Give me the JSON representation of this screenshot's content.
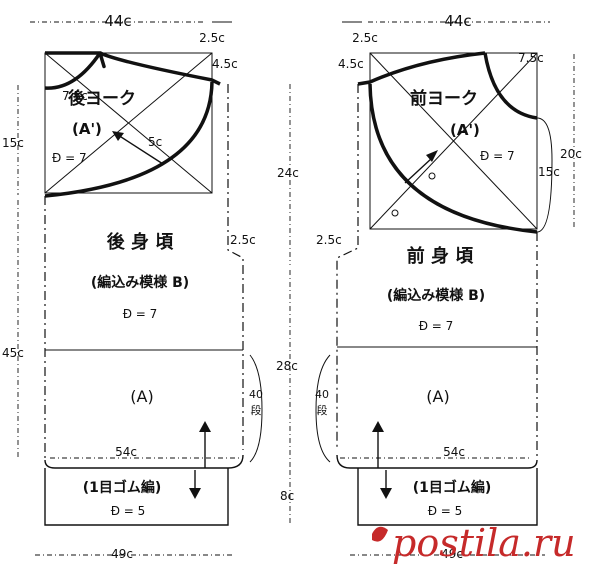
{
  "back": {
    "dim_top_width": "44c",
    "dim_top_offset": "2.5c",
    "neck_width": "7.5c",
    "shoulder_drop": "4.5c",
    "yoke_title": "後ヨーク",
    "yoke_code": "(A')",
    "yoke_gauge": "Đ = 7",
    "yoke_radius": "5c",
    "yoke_height": "15c",
    "body_title": "後 身 頃",
    "body_pattern": "(編込み模様 B)",
    "body_gauge": "Đ = 7",
    "armhole_step": "2.5c",
    "left_height": "45c",
    "right_upper": "24c",
    "right_lower": "28c",
    "rows_num": "40",
    "rows_unit": "段",
    "lower_pattern": "(A)",
    "hem_width": "54c",
    "rib_label": "(1目ゴム編)",
    "rib_gauge": "Đ = 5",
    "bottom_width": "49c"
  },
  "front": {
    "dim_top_width": "44c",
    "dim_top_offset": "2.5c",
    "shoulder_drop": "4.5c",
    "neck_width": "7.5c",
    "yoke_title": "前ヨーク",
    "yoke_code": "(A')",
    "yoke_gauge": "Đ = 7",
    "yoke_depth": "20c",
    "yoke_side": "15c",
    "body_title": "前 身 頃",
    "body_pattern": "(編込み模様 B)",
    "body_gauge": "Đ = 7",
    "armhole_step": "2.5c",
    "rows_num": "40",
    "rows_unit": "段",
    "lower_pattern": "(A)",
    "hem_width": "54c",
    "rib_label": "(1目ゴム編)",
    "rib_gauge": "Đ = 5",
    "rib_height": "8c",
    "bottom_width": "49c"
  },
  "watermark": "postila.ru",
  "colors": {
    "ink": "#111111",
    "watermark": "#c62a2a"
  }
}
